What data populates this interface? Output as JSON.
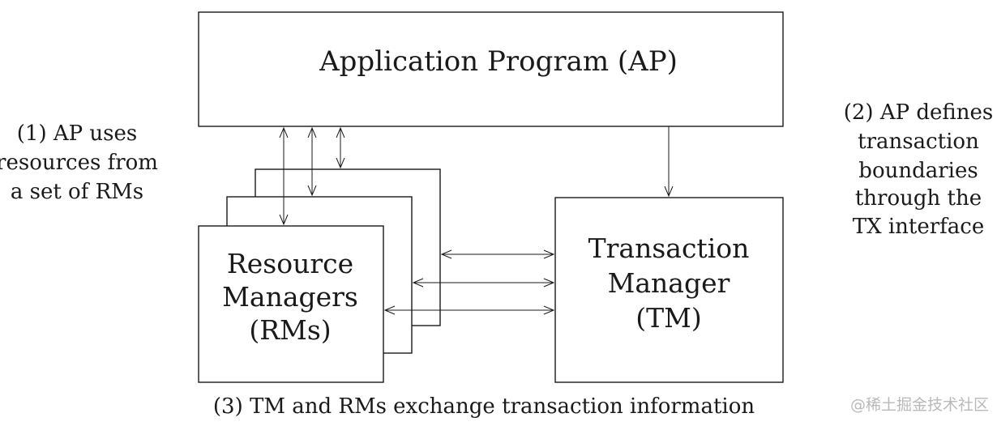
{
  "ap_box": {
    "label": "Application Program (AP)"
  },
  "rm_box": {
    "lines": [
      "Resource",
      "Managers",
      "(RMs)"
    ]
  },
  "tm_box": {
    "lines": [
      "Transaction",
      "Manager",
      "(TM)"
    ]
  },
  "notes": {
    "left": [
      "(1) AP uses",
      "resources from",
      "a set of RMs"
    ],
    "right": [
      "(2) AP defines",
      "transaction",
      "boundaries",
      "through the",
      "TX interface"
    ],
    "bottom": "(3) TM and RMs exchange transaction information"
  },
  "watermark": "@稀土掘金技术社区"
}
